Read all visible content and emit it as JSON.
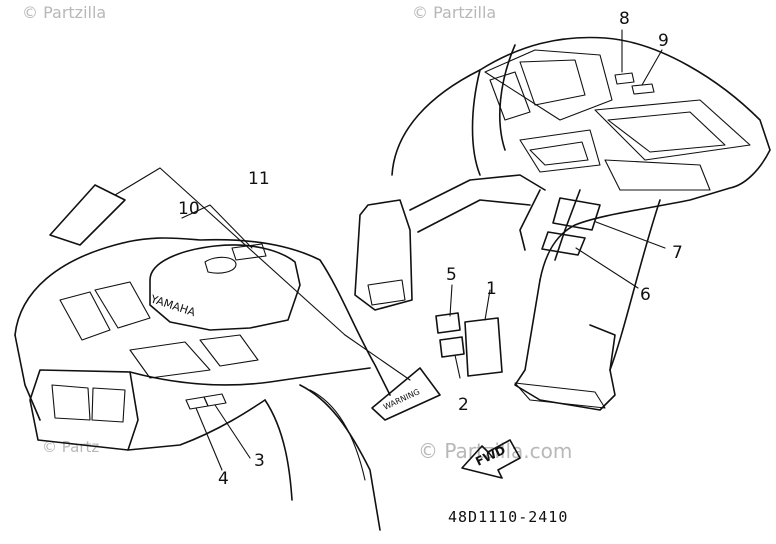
{
  "diagram": {
    "part_number": "48D1110-2410",
    "watermark_center": "© Partzilla.com",
    "watermark_corner_a": "© Partzilla",
    "watermark_corner_b": "© Partzilla",
    "watermark_corner_c": "© Partz",
    "brand_emblem": "YAMAHA",
    "warning_label_text": "WARNING",
    "direction_arrow_text": "FWD",
    "callouts": [
      "1",
      "2",
      "3",
      "4",
      "5",
      "6",
      "7",
      "8",
      "9",
      "10",
      "11"
    ]
  }
}
